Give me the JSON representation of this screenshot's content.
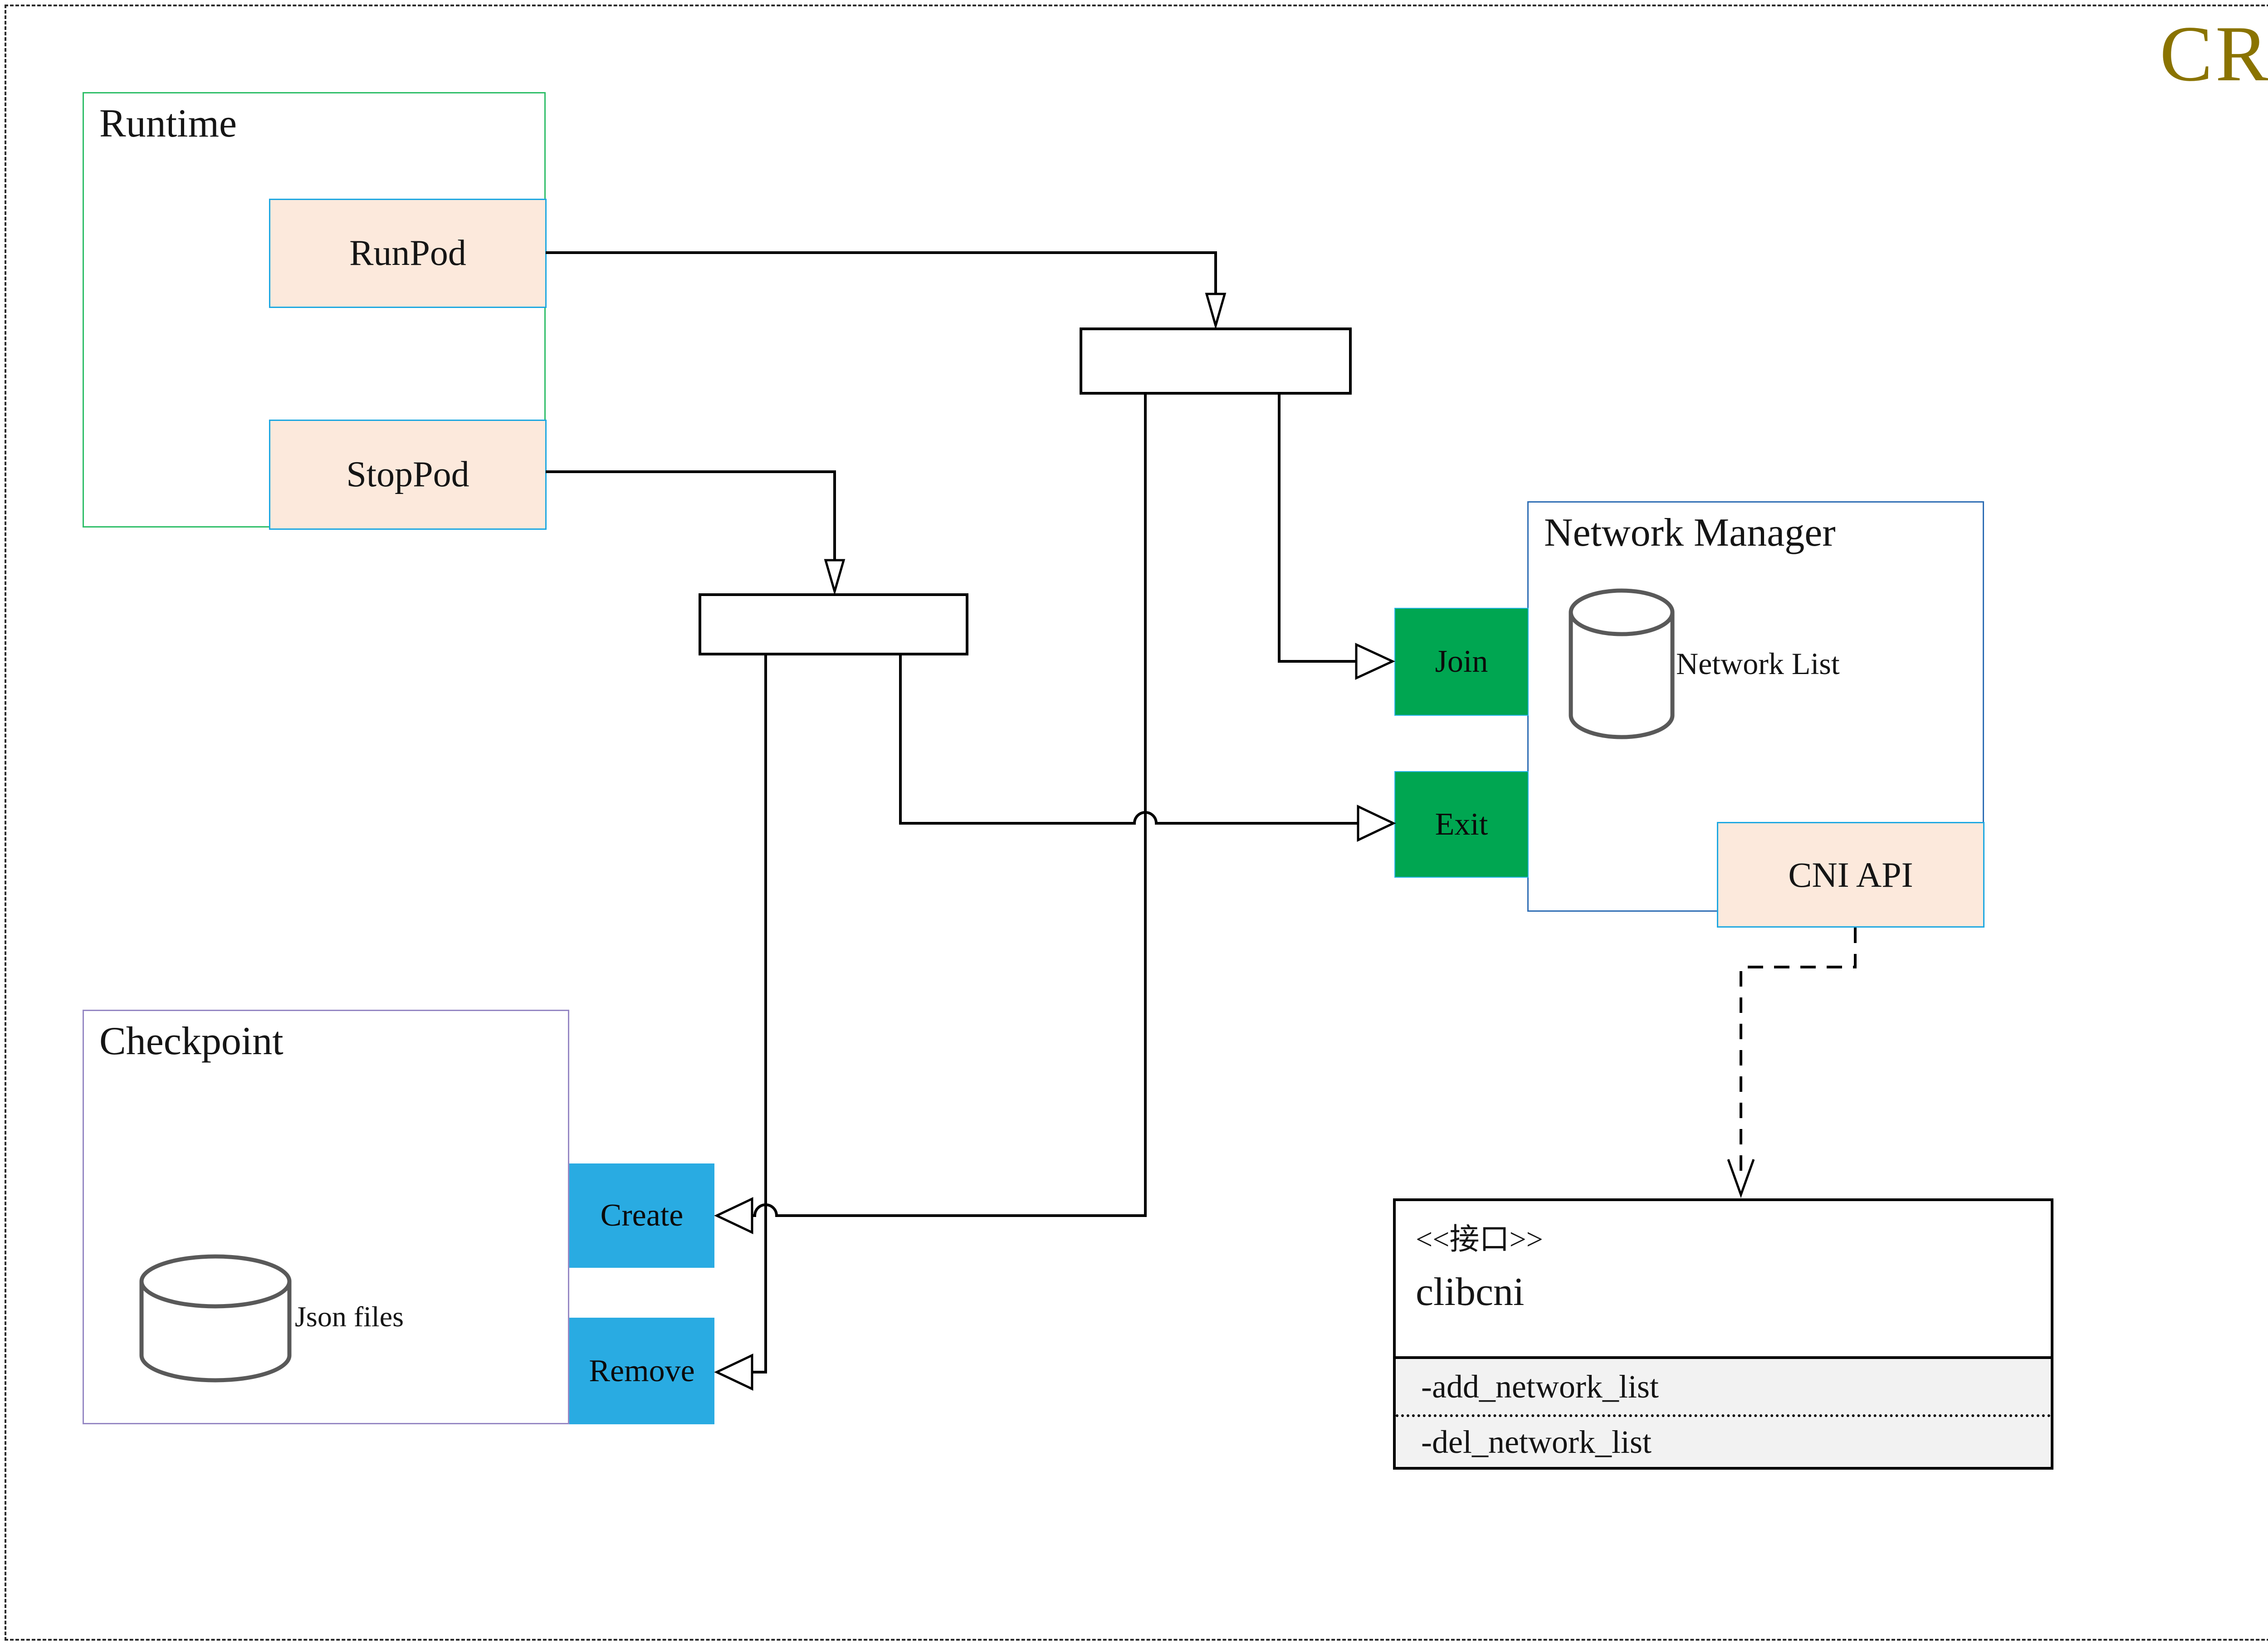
{
  "page": {
    "label": "CRI",
    "accent_color": "#8a7300"
  },
  "runtime": {
    "title": "Runtime",
    "buttons": [
      {
        "label": "RunPod"
      },
      {
        "label": "StopPod"
      }
    ]
  },
  "checkpoint": {
    "title": "Checkpoint",
    "datastore_label": "Json files",
    "buttons": [
      {
        "label": "Create"
      },
      {
        "label": "Remove"
      }
    ]
  },
  "network_manager": {
    "title": "Network Manager",
    "datastore_label": "Network List",
    "buttons": [
      {
        "label": "Join"
      },
      {
        "label": "Exit"
      }
    ],
    "api_label": "CNI API"
  },
  "interface_box": {
    "stereotype": "<<接口>>",
    "name": "clibcni",
    "methods": [
      "-add_network_list",
      "-del_network_list"
    ]
  },
  "edges": [
    {
      "from": "RunPod",
      "to": "process-bar-1",
      "style": "solid",
      "arrow": "open-triangle"
    },
    {
      "from": "StopPod",
      "to": "process-bar-2",
      "style": "solid",
      "arrow": "open-triangle"
    },
    {
      "from": "process-bar-1",
      "to": "Join",
      "style": "solid",
      "arrow": "open-triangle"
    },
    {
      "from": "process-bar-1",
      "to": "Create",
      "style": "solid",
      "arrow": "open-triangle"
    },
    {
      "from": "process-bar-2",
      "to": "Exit",
      "style": "solid",
      "arrow": "open-triangle"
    },
    {
      "from": "process-bar-2",
      "to": "Remove",
      "style": "solid",
      "arrow": "open-triangle"
    },
    {
      "from": "CNI API",
      "to": "clibcni",
      "style": "dashed",
      "arrow": "open-v"
    }
  ],
  "colors": {
    "runtime_border": "#2ebe68",
    "checkpoint_border": "#9688c4",
    "network_manager_border": "#2e6db4",
    "peach_fill": "#fce9dc",
    "cyan_border": "#1fa8e1",
    "green_fill": "#00a651",
    "blue_fill": "#29abe2",
    "interface_attr_fill": "#f2f2f2",
    "cylinder_stroke": "#595959",
    "line": "#000000",
    "cri_label": "#8a7300"
  }
}
